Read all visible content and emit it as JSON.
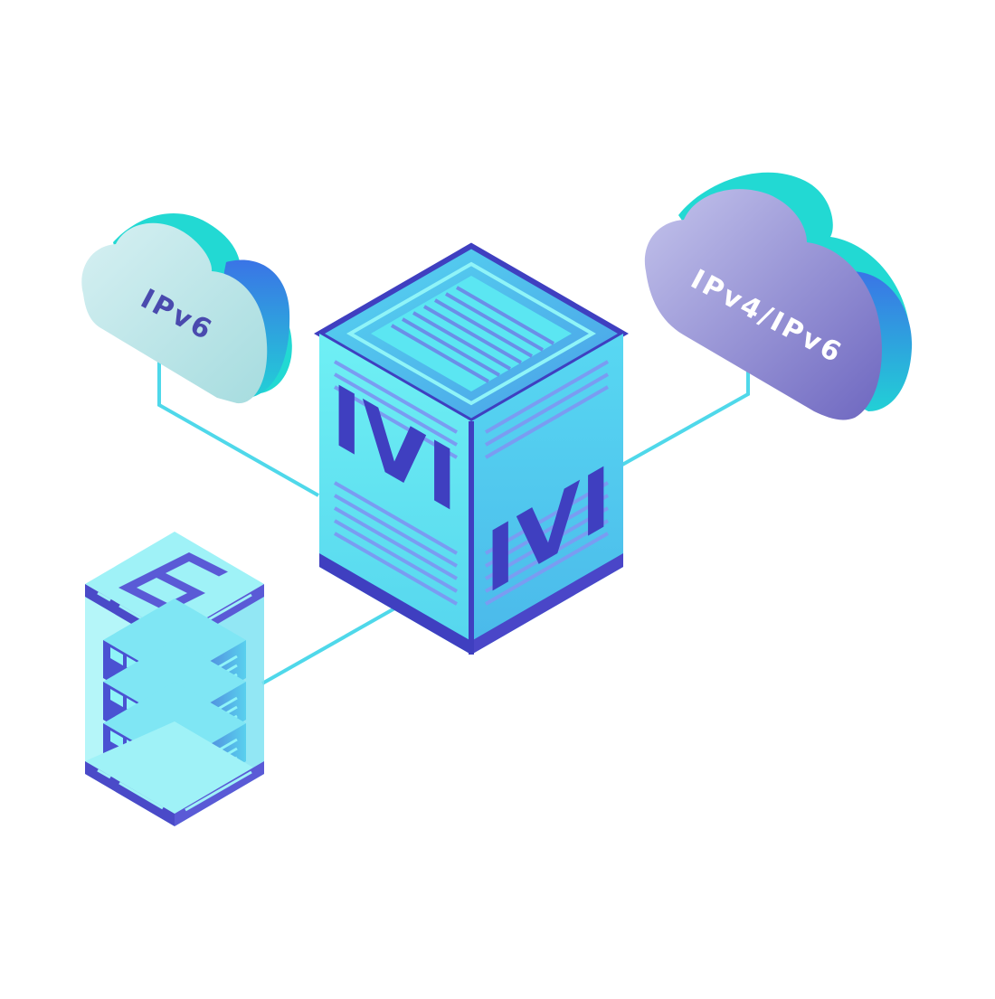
{
  "diagram": {
    "cloud_left": {
      "label": "IPv6"
    },
    "cloud_right": {
      "label": "IPv4/IPv6"
    },
    "translator": {
      "front_label": "IVI",
      "side_label": "IVI"
    },
    "server": {
      "badge": "6"
    }
  },
  "colors": {
    "link": "#4fd8ea",
    "cube_face": "#5ee7f2",
    "cube_edge": "#3f3fc0",
    "cube_stripe": "#7a9cf2",
    "cloud_left": "#bfe6ea",
    "cloud_right": "#8c82cf",
    "cloud_back": "#22d9d3",
    "cloud_side": "#3f8fe8",
    "server_glass": "#9ff2f7",
    "server_unit": "#5a6fe0"
  }
}
